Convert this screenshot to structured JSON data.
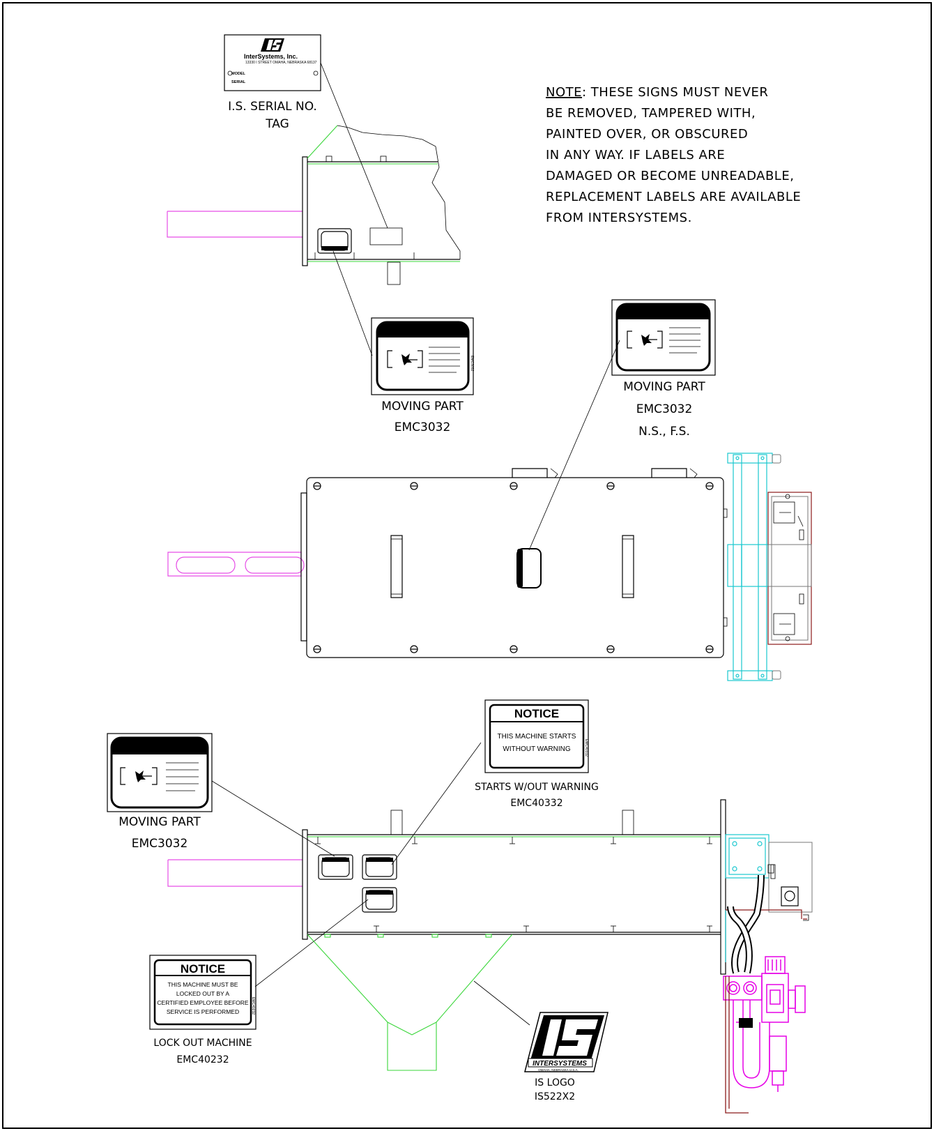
{
  "labels": {
    "serial_tag_line1": "I.S. SERIAL NO.",
    "serial_tag_line2": "TAG",
    "moving_part_1_line1": "MOVING PART",
    "moving_part_1_line2": "EMC3032",
    "moving_part_2_line1": "MOVING PART",
    "moving_part_2_line2": "EMC3032",
    "moving_part_2_line3": "N.S., F.S.",
    "moving_part_3_line1": "MOVING PART",
    "moving_part_3_line2": "EMC3032",
    "starts_line1": "STARTS W/OUT WARNING",
    "starts_line2": "EMC40332",
    "lockout_line1": "LOCK OUT MACHINE",
    "lockout_line2": "EMC40232",
    "logo_line1": "IS LOGO",
    "logo_line2": "IS522X2"
  },
  "note": {
    "heading": "NOTE",
    "line1": ": THESE SIGNS MUST NEVER",
    "line2": "BE REMOVED, TAMPERED WITH,",
    "line3": "PAINTED OVER, OR OBSCURED",
    "line4": "IN ANY WAY.   IF LABELS ARE",
    "line5": "DAMAGED OR BECOME UNREADABLE,",
    "line6": "REPLACEMENT LABELS ARE AVAILABLE",
    "line7": "FROM INTERSYSTEMS."
  },
  "serial_tag": {
    "company": "InterSystems, Inc.",
    "address": "13330 I STREET  OMAHA, NEBRASKA 68137",
    "model_label": "MODEL",
    "serial_label": "SERIAL"
  },
  "notice_starts": {
    "title": "NOTICE",
    "line1": "THIS MACHINE STARTS",
    "line2": "WITHOUT WARNING"
  },
  "notice_lockout": {
    "title": "NOTICE",
    "line1": "THIS MACHINE MUST BE",
    "line2": "LOCKED OUT BY A",
    "line3": "CERTIFIED EMPLOYEE BEFORE",
    "line4": "SERVICE IS PERFORMED"
  },
  "logo": {
    "brand": "INTERSYSTEMS",
    "location": "OMAHA, NEBRASKA U.S.A."
  },
  "colors": {
    "frame": "#000000",
    "hopper_green": "#3ad63a",
    "shaft_magenta": "#e64de6",
    "cylinder_cyan": "#19c7cf",
    "gear_brown": "#8b1a1a",
    "air_regulator_magenta": "#e600e6"
  }
}
